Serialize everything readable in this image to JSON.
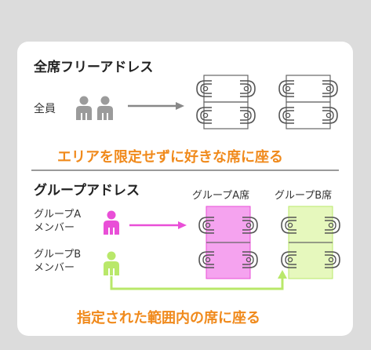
{
  "section_all": {
    "title": "全席フリーアドレス",
    "member_label": "全員",
    "slogan": "エリアを限定せずに好きな席に座る"
  },
  "section_group": {
    "title": "グループアドレス",
    "group_a_label": "グループA",
    "group_a_sub": "メンバー",
    "group_b_label": "グループB",
    "group_b_sub": "メンバー",
    "seat_a_label": "グループA席",
    "seat_b_label": "グループB席",
    "slogan": "指定された範囲内の席に座る"
  },
  "colors": {
    "background": "#dcdcdc",
    "slogan": "#f08a1c",
    "person_gray": "#9b9b9b",
    "group_a": "#e94fd7",
    "group_a_fill": "#f5a3ef",
    "group_b": "#b9e86a",
    "group_b_fill": "#e6f8bd",
    "arrow_gray": "#888888"
  }
}
